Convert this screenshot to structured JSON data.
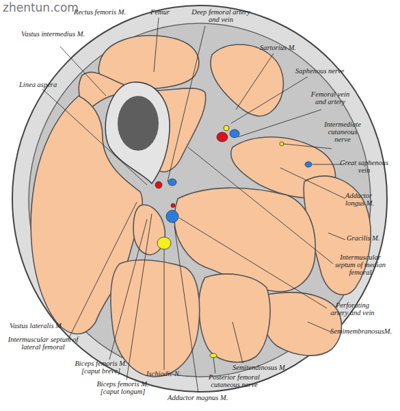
{
  "diagram": {
    "labels": [
      "zhentun.com",
      "Rectus femoris M.",
      "Vastus intermedius M.",
      "Femur",
      "Deep femoral artery and vein",
      "Sartorius M.",
      "Linea aspera",
      "Saphenous nerve",
      "Femoral vein and artery",
      "Intermediate cutaneous nerve",
      "Great saphenous vein",
      "Adductor longus M.",
      "Gracilis M.",
      "Intermuscular septum of median femoral",
      "Perforating artery and vein",
      "SemimembranosusM.",
      "Vastus lateralis M",
      "Intermuscular septum of lateral femoral",
      "Biceps femoris M. [caput breve]",
      "Biceps femoris M. [caput longum]",
      "Ischiadic N.",
      "Semitendinosus M.",
      "Posterior femoral cutaneous nerve",
      "Adductor magnus M."
    ]
  }
}
